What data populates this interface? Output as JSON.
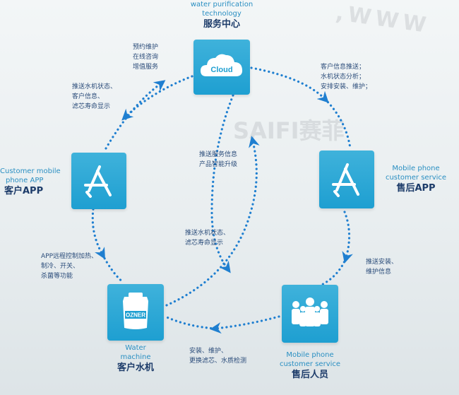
{
  "colors": {
    "accent": "#1e9fd1",
    "arrow": "#1f7fd0",
    "label": "#1d3c6a"
  },
  "nodes": {
    "cloud": {
      "icon": "cloud-icon",
      "icon_text": "Cloud",
      "en": [
        "water purification",
        "technology"
      ],
      "cn": "服务中心"
    },
    "customer_app": {
      "icon": "app-store-icon",
      "en": [
        "Customer mobile",
        "phone APP"
      ],
      "cn": "客户APP"
    },
    "service_app": {
      "icon": "app-store-icon",
      "en": [
        "Mobile phone",
        "customer service"
      ],
      "cn": "售后APP"
    },
    "water_machine": {
      "icon": "water-bucket-icon",
      "icon_text": "OZNER",
      "en": [
        "Water",
        "machine"
      ],
      "cn": "客户水机"
    },
    "service_staff": {
      "icon": "people-group-icon",
      "en": [
        "Mobile phone",
        "customer service"
      ],
      "cn": "售后人员"
    }
  },
  "annotations": {
    "cloud_to_customer_top": [
      "预约维护",
      "在线咨询",
      "增值服务"
    ],
    "cloud_to_customer_bottom": [
      "推送水机状态、",
      "客户信息、",
      "滤芯寿命显示"
    ],
    "cloud_to_service": [
      "客户信息推送；",
      "水机状态分析；",
      "安排安装、维护；"
    ],
    "machine_to_cloud": [
      "推送服务信息",
      "产品智能升级"
    ],
    "cloud_to_machine_inner": [
      "推送水机状态、",
      "滤芯寿命显示"
    ],
    "customer_to_machine": [
      "APP远程控制加热、",
      "制冷、开关、",
      "杀菌等功能"
    ],
    "service_to_staff": [
      "推送安装、",
      "维护信息"
    ],
    "staff_to_machine": [
      "安装、维护、",
      "更换滤芯、水质检测"
    ]
  },
  "watermarks": {
    "www": ",WWW",
    "logo": "SAIFI赛菲"
  }
}
